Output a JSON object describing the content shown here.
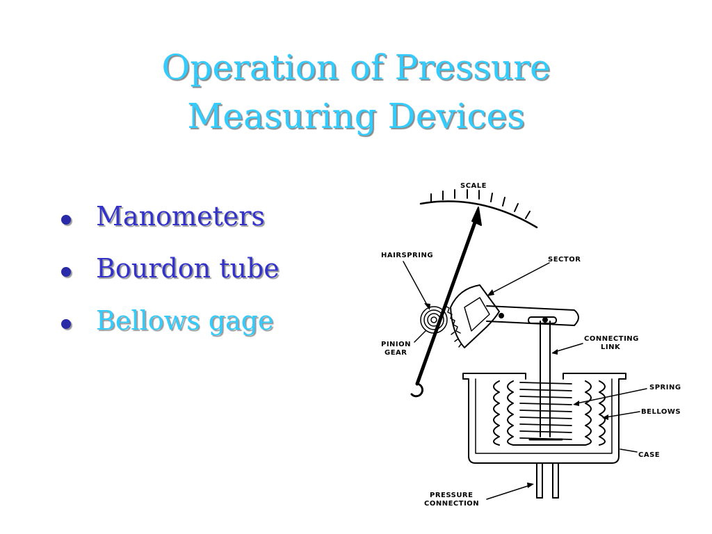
{
  "slide": {
    "title_lines": [
      "Operation of Pressure",
      "Measuring Devices"
    ],
    "bullets": [
      {
        "label": "Manometers",
        "color": "#3333cc"
      },
      {
        "label": "Bourdon tube",
        "color": "#3333cc"
      },
      {
        "label": "Bellows gage",
        "color": "#33ccff"
      }
    ],
    "title_color": "#33ccff",
    "bullet_dot_color": "#2a2aa8"
  },
  "diagram": {
    "labels": {
      "scale": "SCALE",
      "hairspring": "HAIRSPRING",
      "sector": "SECTOR",
      "pinion": "PINION",
      "gear": "GEAR",
      "connecting": "CONNECTING",
      "link": "LINK",
      "spring": "SPRING",
      "bellows": "BELLOWS",
      "case": "CASE",
      "pressure": "PRESSURE",
      "connection": "CONNECTION"
    }
  }
}
